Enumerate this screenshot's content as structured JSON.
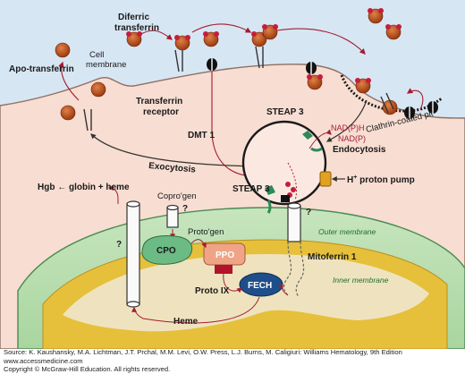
{
  "labels": {
    "apo_transferrin": "Apo-transferrin",
    "diferric_transferrin_1": "Diferric",
    "diferric_transferrin_2": "transferrin",
    "cell_membrane_1": "Cell",
    "cell_membrane_2": "membrane",
    "transferrin_receptor_1": "Transferrin",
    "transferrin_receptor_2": "receptor",
    "clathrin_coated_pit": "Clathrin-coated pit",
    "steap3_top": "STEAP 3",
    "steap3_bottom": "STEAP 3",
    "nadph": "NAD(P)H",
    "nadp": "NAD(P)",
    "endocytosis": "Endocytosis",
    "dmt1": "DMT 1",
    "exocytosis": "Exocytosis",
    "proton_pump_prefix": "H",
    "proton_pump_sup": "+",
    "proton_pump_suffix": " proton pump",
    "hgb_globin_heme": "Hgb ← globin + heme",
    "coproporphyrinogen": "Copro'gen",
    "question_mark": "?",
    "protoporphyrinogen": "Proto'gen",
    "cpo": "CPO",
    "ppo": "PPO",
    "fech": "FECH",
    "outer_membrane": "Outer membrane",
    "inner_membrane": "Inner membrane",
    "mitoferrin": "Mitoferrin 1",
    "proto_ix": "Proto IX",
    "heme": "Heme"
  },
  "credits": {
    "source": "Source: K. Kaushansky, M.A. Lichtman, J.T. Prchal, M.M. Levi, O.W. Press, L.J. Burns, M. Caligiuri: Williams Hematology, 9th Edition",
    "website": "www.accessmedicine.com",
    "copyright": "Copyright © McGraw-Hill Education.  All rights reserved."
  },
  "colors": {
    "extracellular": "#d7e6f3",
    "cytoplasm": "#f7ddd2",
    "mitochondria_outer": "#b9dcb2",
    "mitochondria_matrix": "#efe3bf",
    "inner_membrane": "#e6c03a",
    "transferrin": "#b24714",
    "iron": "#c41e3a",
    "arrow": "#a51c30",
    "cpo": "#6cba84",
    "ppo": "#f0a487",
    "fech": "#1f4f8a"
  }
}
